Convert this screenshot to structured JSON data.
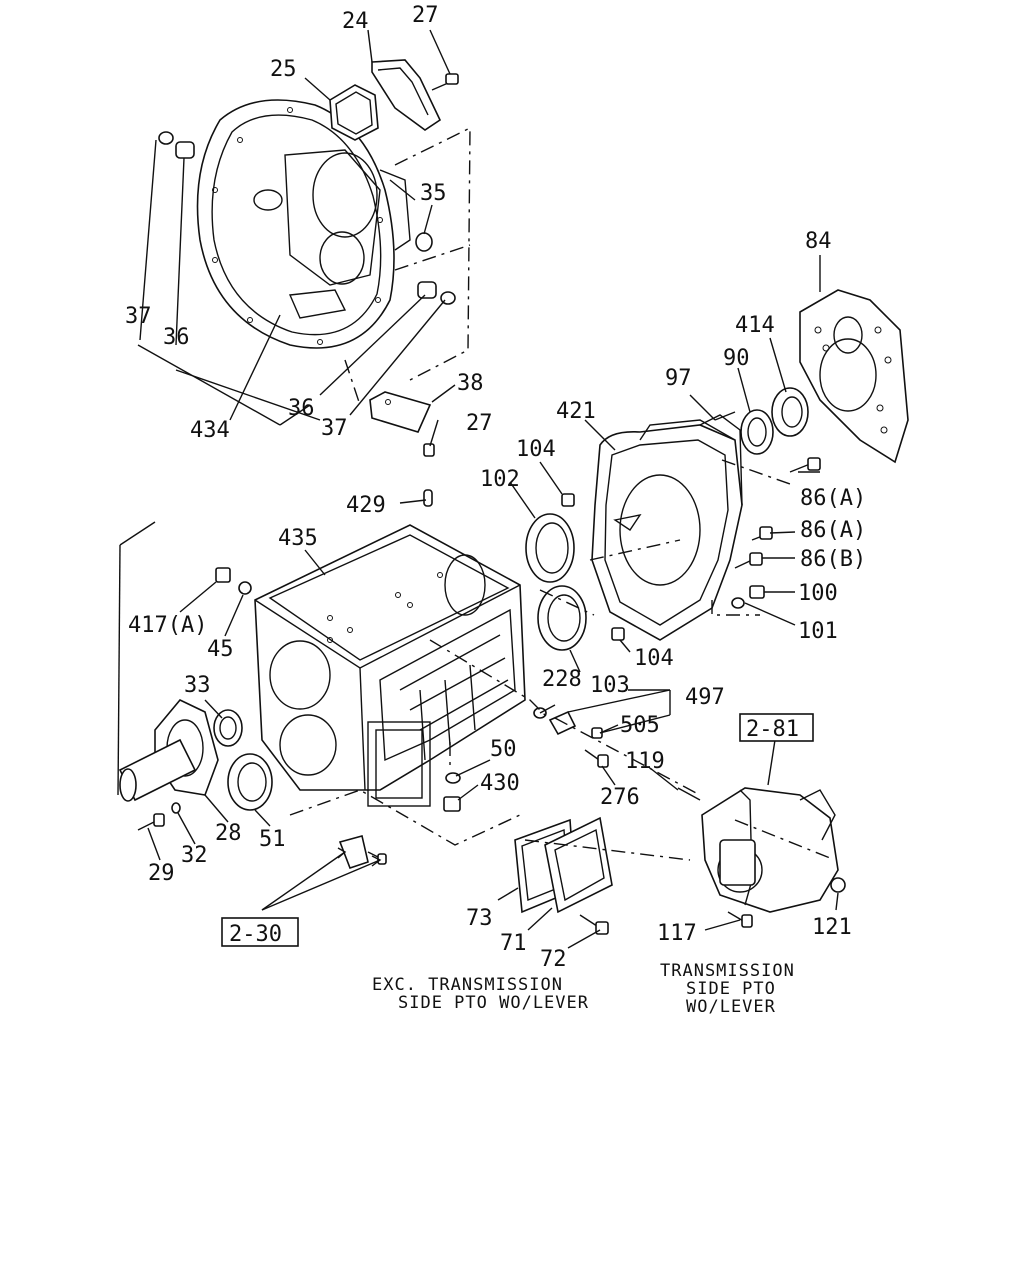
{
  "callouts": {
    "c24": "24",
    "c27a": "27",
    "c25": "25",
    "c35": "35",
    "c37a": "37",
    "c36a": "36",
    "c84": "84",
    "c414": "414",
    "c90": "90",
    "c97": "97",
    "c38": "38",
    "c434": "434",
    "c36b": "36",
    "c37b": "37",
    "c27b": "27",
    "c421": "421",
    "c104a": "104",
    "c102": "102",
    "c86a": "86(A)",
    "c86b": "86(A)",
    "c86c": "86(B)",
    "c429": "429",
    "c435": "435",
    "c100": "100",
    "c101": "101",
    "c417": "417(A)",
    "c45": "45",
    "c104b": "104",
    "c228": "228",
    "c103": "103",
    "c497": "497",
    "c33": "33",
    "c505": "505",
    "c50": "50",
    "c119": "119",
    "c430": "430",
    "c276": "276",
    "c28": "28",
    "c51": "51",
    "c32": "32",
    "c29": "29",
    "c73": "73",
    "c117": "117",
    "c121": "121",
    "c71": "71",
    "c72": "72"
  },
  "refs": {
    "r281": "2-81",
    "r230": "2-30"
  },
  "notes": {
    "exc_line1": "EXC. TRANSMISSION",
    "exc_line2": "SIDE PTO WO/LEVER",
    "pto_line1": "TRANSMISSION",
    "pto_line2": "SIDE PTO",
    "pto_line3": "WO/LEVER"
  }
}
